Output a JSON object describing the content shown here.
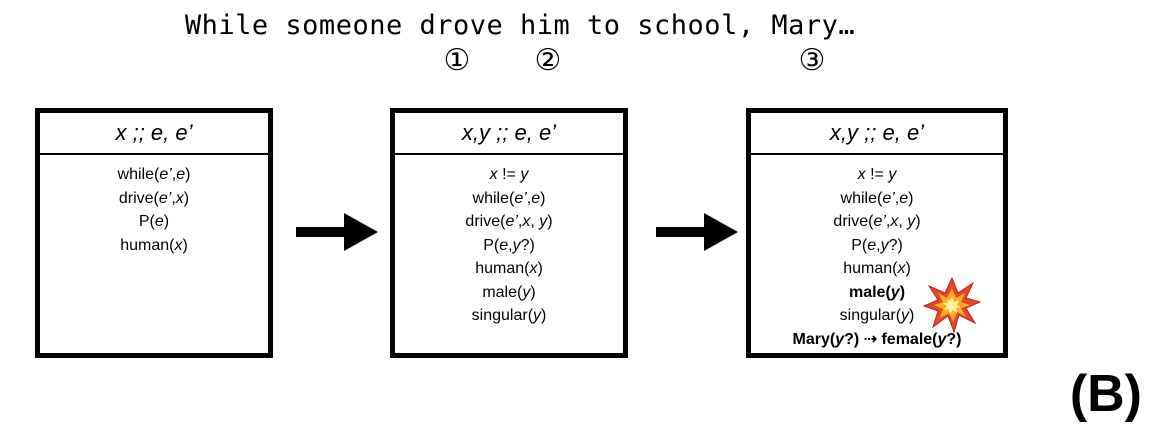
{
  "sentence": "While someone drove him to school, Mary…",
  "markers": [
    "①",
    "②",
    "③"
  ],
  "boxes": [
    {
      "header": "x ;; e, e’",
      "conditions": [
        "while(e’,e)",
        "drive(e’,x)",
        "P(e)",
        "human(x)"
      ]
    },
    {
      "header": "x,y ;; e, e’",
      "conditions": [
        "x != y",
        "while(e’,e)",
        "drive(e’,x, y)",
        "P(e,y?)",
        "human(x)",
        "male(y)",
        "singular(y)"
      ]
    },
    {
      "header": "x,y ;; e, e’",
      "conditions": [
        "x != y",
        "while(e’,e)",
        "drive(e’,x, y)",
        "P(e,y?)",
        "human(x)",
        "male(y)",
        "singular(y)",
        "Mary(y?) ⇢ female(y?)"
      ],
      "bold_conditions": [
        "male(y)",
        "Mary(y?) ⇢ female(y?)"
      ]
    }
  ],
  "conflict_icon": "explosion-icon",
  "panel_label": "(B)"
}
